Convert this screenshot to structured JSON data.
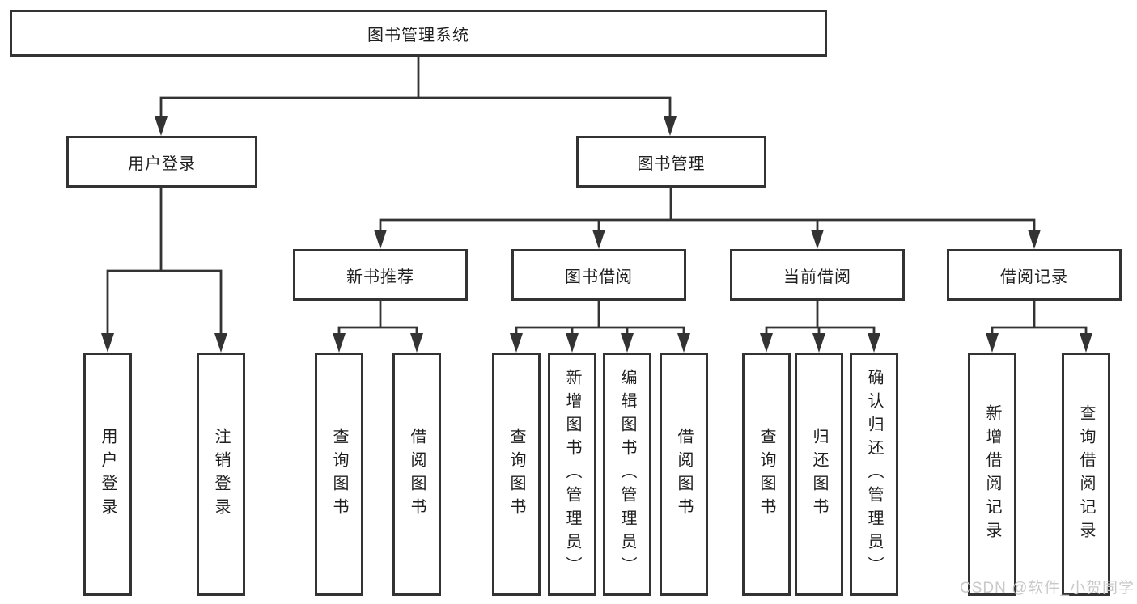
{
  "nodes": {
    "root": "图书管理系统",
    "user_login": "用户登录",
    "book_mgmt": "图书管理",
    "new_books": "新书推荐",
    "book_borrow": "图书借阅",
    "current_borrow": "当前借阅",
    "borrow_records": "借阅记录"
  },
  "leaves": {
    "user_login": [
      "用户登录",
      "注销登录"
    ],
    "new_books": [
      "查询图书",
      "借阅图书"
    ],
    "book_borrow": [
      "查询图书",
      "新增图书（管理员）",
      "编辑图书（管理员）",
      "借阅图书"
    ],
    "current_borrow": [
      "查询图书",
      "归还图书",
      "确认归还（管理员）"
    ],
    "borrow_records": [
      "新增借阅记录",
      "查询借阅记录"
    ]
  },
  "watermark": "CSDN @软件_小贺同学",
  "colors": {
    "line": "#333333",
    "text": "#1f1f1f",
    "watermark": "#c9c9c9",
    "background": "#ffffff"
  }
}
